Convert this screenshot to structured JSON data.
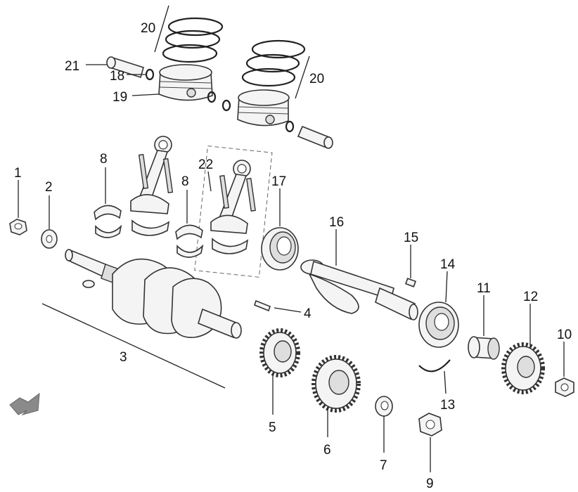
{
  "labels": {
    "p1": "1",
    "p2": "2",
    "p3": "3",
    "p4": "4",
    "p5": "5",
    "p6": "6",
    "p7": "7",
    "p8a": "8",
    "p8b": "8",
    "p9": "9",
    "p10": "10",
    "p11": "11",
    "p12": "12",
    "p13": "13",
    "p14": "14",
    "p15": "15",
    "p16": "16",
    "p17": "17",
    "p18": "18",
    "p19": "19",
    "p20a": "20",
    "p20b": "20",
    "p21": "21",
    "p22": "22"
  },
  "colors": {
    "line": "#222222",
    "part_fill": "#f4f4f4",
    "arrow": "#8a8a8a"
  }
}
